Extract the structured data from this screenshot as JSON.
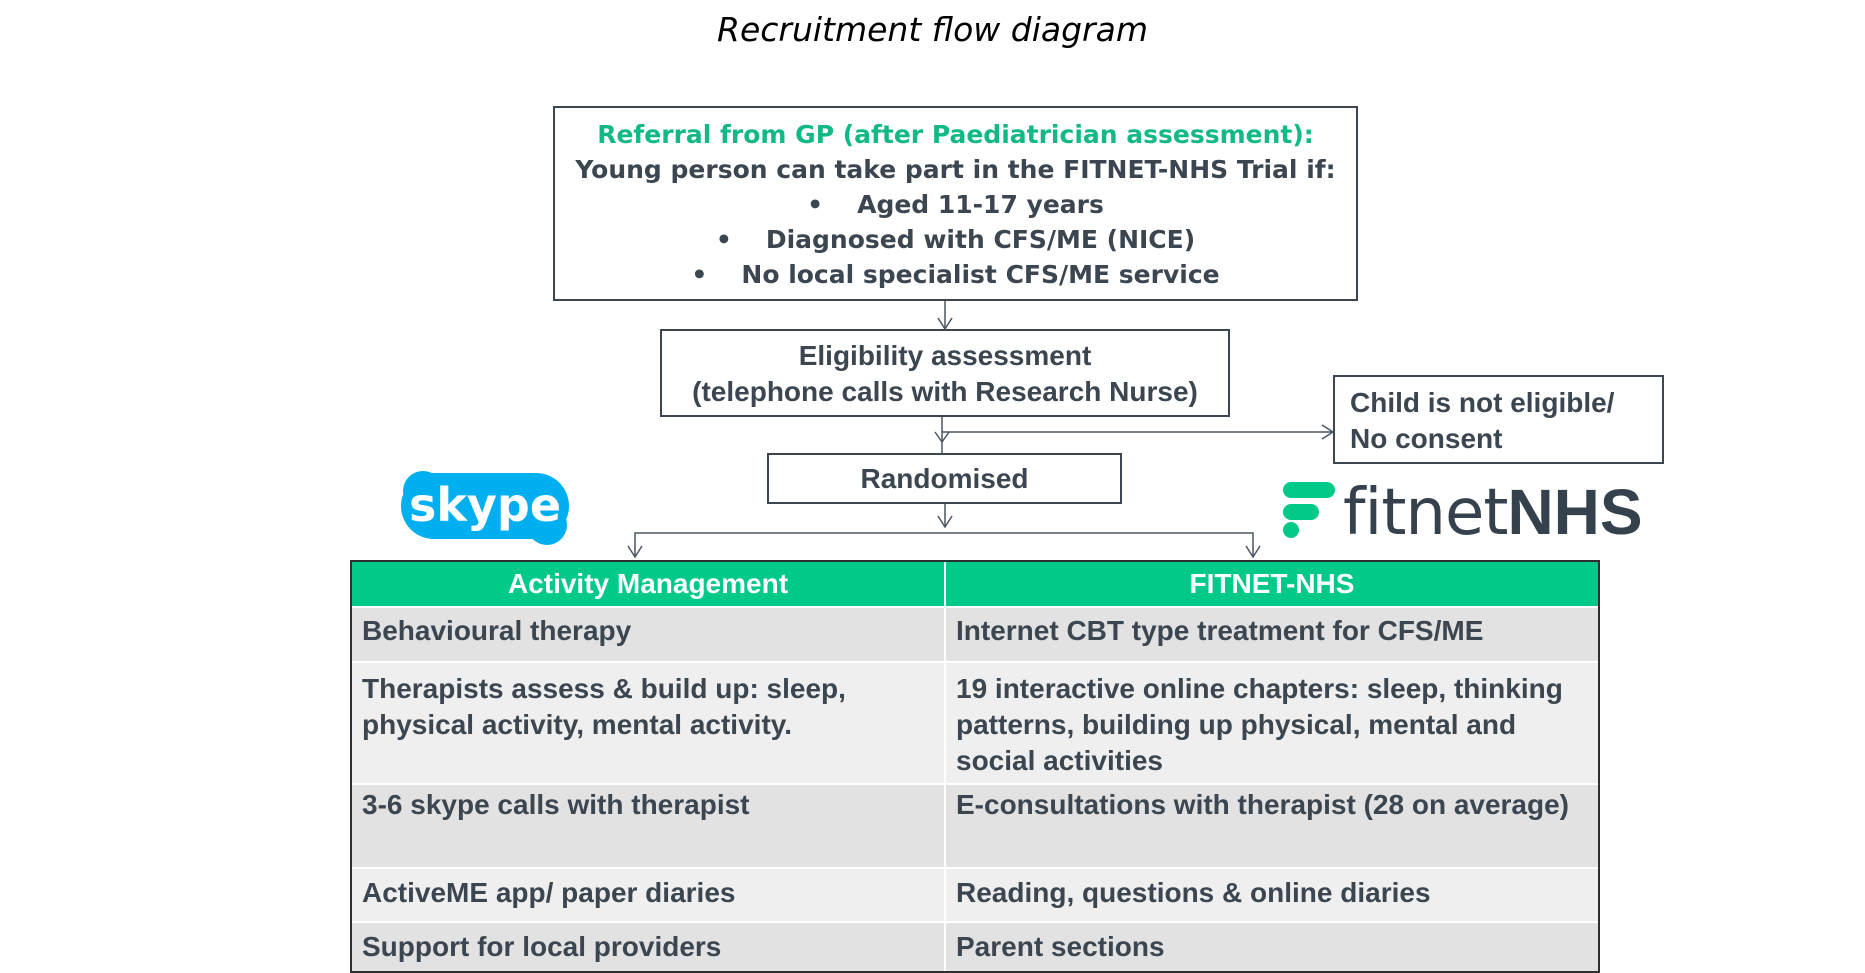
{
  "title": "Recruitment flow diagram",
  "referral": {
    "heading": "Referral from GP (after Paediatrician assessment):",
    "subheading": "Young person can take part in the FITNET-NHS Trial if:",
    "criteria": [
      "Aged 11-17 years",
      "Diagnosed with CFS/ME (NICE)",
      "No local specialist CFS/ME service"
    ]
  },
  "eligibility": {
    "line1": "Eligibility assessment",
    "line2": "(telephone calls with Research Nurse)"
  },
  "not_eligible": {
    "line1": "Child is not eligible/",
    "line2": "No consent"
  },
  "randomised": "Randomised",
  "logos": {
    "skype": "skype",
    "fitnet_light": "fitnet",
    "fitnet_bold": "NHS"
  },
  "colors": {
    "accent_green": "#00c98a",
    "text": "#3b4650"
  },
  "table": {
    "headers": [
      "Activity Management",
      "FITNET-NHS"
    ],
    "rows": [
      [
        "Behavioural therapy",
        "Internet CBT type treatment for CFS/ME"
      ],
      [
        "Therapists assess & build up: sleep, physical activity, mental activity.",
        "19 interactive online chapters: sleep, thinking patterns, building up physical, mental and social activities"
      ],
      [
        "3-6 skype calls with therapist",
        "E-consultations with therapist (28 on average)"
      ],
      [
        "ActiveME app/ paper diaries",
        "Reading, questions & online diaries"
      ],
      [
        "Support for local providers",
        "Parent sections"
      ]
    ]
  }
}
